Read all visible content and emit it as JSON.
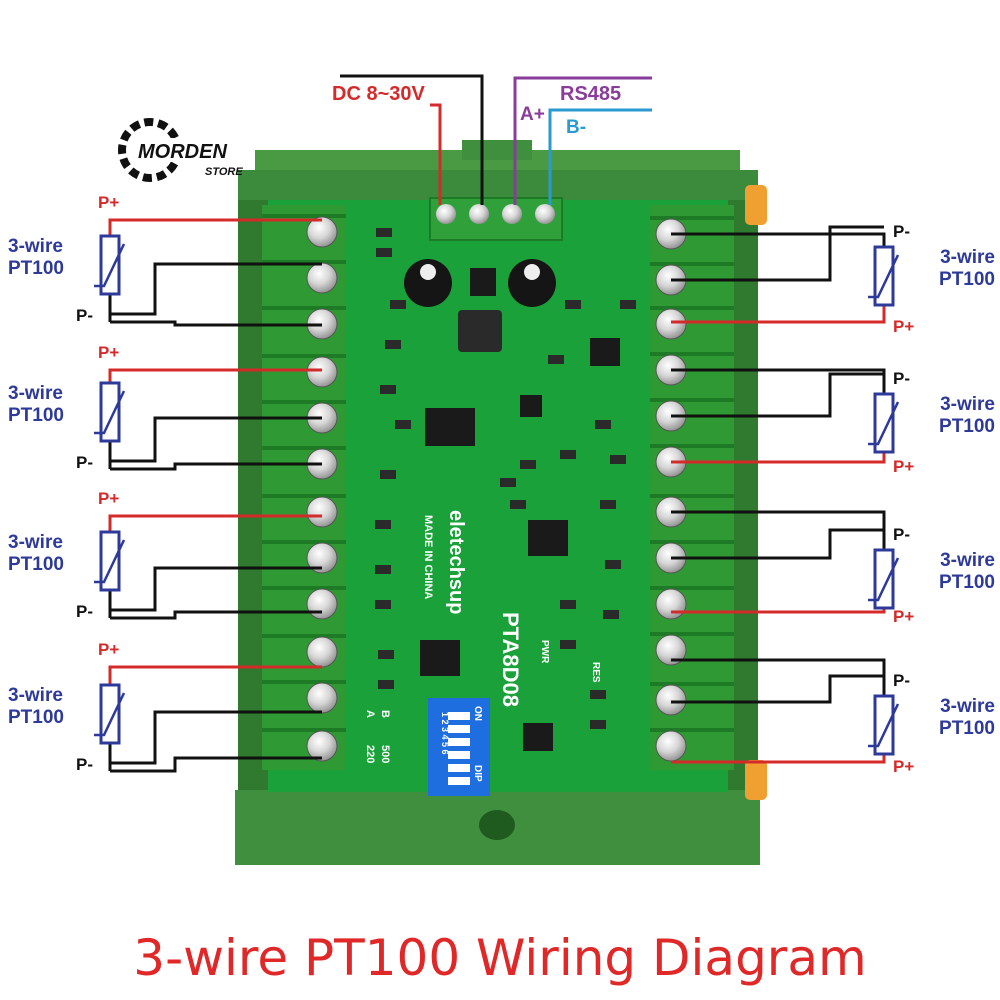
{
  "logo": {
    "brand": "MORDEN",
    "sub": "STORE"
  },
  "power": {
    "label": "DC 8~30V"
  },
  "bus": {
    "label": "RS485",
    "a": "A+",
    "b": "B-"
  },
  "pin": {
    "plus": "P+",
    "minus": "P-"
  },
  "sensor": {
    "line1": "3-wire",
    "line2": "PT100"
  },
  "board": {
    "brand": "eletechsup",
    "origin": "MADE IN CHINA",
    "model": "PTA8D08",
    "dip_on": "ON",
    "dip_title": "DIP",
    "dip_nums": "1 2 3 4 5 6",
    "dip_a": "A",
    "dip_a_val": "220",
    "dip_b": "B",
    "dip_b_val": "500",
    "pwr": "PWR",
    "res": "RES"
  },
  "caption": "3-wire PT100 Wiring Diagram",
  "colors": {
    "red_wire": "#d42a2a",
    "black_wire": "#111111",
    "rs485_a": "#8a3c9a",
    "rs485_b": "#2a9ad0",
    "label_blue": "#2e3a9a",
    "pcb": "#1aa13a",
    "housing": "#3c8a3c"
  }
}
